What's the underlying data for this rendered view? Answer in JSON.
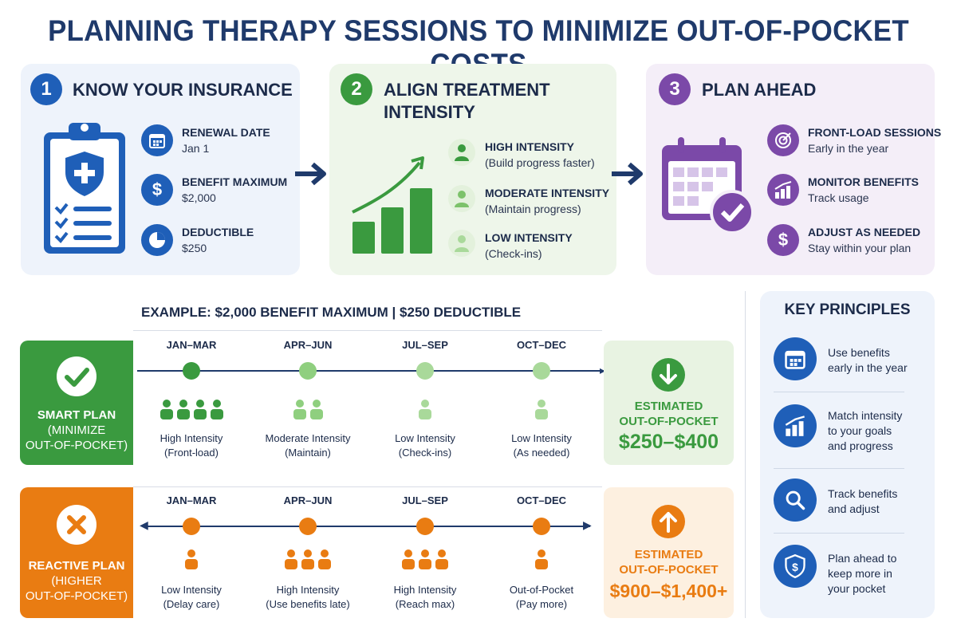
{
  "title": "PLANNING THERAPY SESSIONS TO MINIMIZE OUT-OF-POCKET COSTS",
  "colors": {
    "navy": "#1f3a6b",
    "blue": "#1f5fb8",
    "green": "#3a9a3f",
    "light_green": "#8fcf7f",
    "orange": "#e97c12",
    "purple": "#7b49a8"
  },
  "steps": [
    {
      "number": "1",
      "title": "KNOW YOUR INSURANCE",
      "icon": "clipboard-shield-icon",
      "items": [
        {
          "icon": "calendar-icon",
          "label": "RENEWAL DATE",
          "value": "Jan 1"
        },
        {
          "icon": "dollar-icon",
          "label": "BENEFIT MAXIMUM",
          "value": "$2,000"
        },
        {
          "icon": "pie-chart-icon",
          "label": "DEDUCTIBLE",
          "value": "$250"
        }
      ]
    },
    {
      "number": "2",
      "title": "ALIGN TREATMENT INTENSITY",
      "icon": "growth-chart-icon",
      "items": [
        {
          "icon": "person-icon",
          "label": "HIGH INTENSITY",
          "value": "(Build progress faster)"
        },
        {
          "icon": "person-icon",
          "label": "MODERATE INTENSITY",
          "value": "(Maintain progress)"
        },
        {
          "icon": "person-icon",
          "label": "LOW INTENSITY",
          "value": "(Check-ins)"
        }
      ]
    },
    {
      "number": "3",
      "title": "PLAN AHEAD",
      "icon": "calendar-check-icon",
      "items": [
        {
          "icon": "target-icon",
          "label": "FRONT-LOAD SESSIONS",
          "value": "Early in the year"
        },
        {
          "icon": "bar-chart-icon",
          "label": "MONITOR BENEFITS",
          "value": "Track usage"
        },
        {
          "icon": "dollar-icon",
          "label": "ADJUST AS NEEDED",
          "value": "Stay within your plan"
        }
      ]
    }
  ],
  "example": "EXAMPLE: $2,000 BENEFIT MAXIMUM | $250 DEDUCTIBLE",
  "smart_plan": {
    "name_line1": "SMART PLAN",
    "name_line2": "(MINIMIZE",
    "name_line3": "OUT-OF-POCKET)",
    "icon": "check-icon",
    "periods": [
      {
        "period": "JAN–MAR",
        "people": 4,
        "label": "High Intensity",
        "sub": "(Front-load)"
      },
      {
        "period": "APR–JUN",
        "people": 2,
        "label": "Moderate Intensity",
        "sub": "(Maintain)"
      },
      {
        "period": "JUL–SEP",
        "people": 1,
        "label": "Low Intensity",
        "sub": "(Check-ins)"
      },
      {
        "period": "OCT–DEC",
        "people": 1,
        "label": "Low Intensity",
        "sub": "(As needed)"
      }
    ],
    "est_line1": "ESTIMATED",
    "est_line2": "OUT-OF-POCKET",
    "est_value": "$250–$400",
    "est_icon": "arrow-down-icon"
  },
  "reactive_plan": {
    "name_line1": "REACTIVE PLAN",
    "name_line2": "(HIGHER",
    "name_line3": "OUT-OF-POCKET)",
    "icon": "x-icon",
    "periods": [
      {
        "period": "JAN–MAR",
        "people": 1,
        "label": "Low Intensity",
        "sub": "(Delay care)"
      },
      {
        "period": "APR–JUN",
        "people": 3,
        "label": "High Intensity",
        "sub": "(Use benefits late)"
      },
      {
        "period": "JUL–SEP",
        "people": 3,
        "label": "High Intensity",
        "sub": "(Reach max)"
      },
      {
        "period": "OCT–DEC",
        "people": 1,
        "label": "Out-of-Pocket",
        "sub": "(Pay more)"
      }
    ],
    "est_line1": "ESTIMATED",
    "est_line2": "OUT-OF-POCKET",
    "est_value": "$900–$1,400+",
    "est_icon": "arrow-up-icon"
  },
  "key_principles": {
    "title": "KEY PRINCIPLES",
    "items": [
      {
        "icon": "calendar-icon",
        "line1": "Use benefits",
        "line2": "early in the year",
        "line3": ""
      },
      {
        "icon": "bar-chart-icon",
        "line1": "Match intensity",
        "line2": "to your goals",
        "line3": "and progress"
      },
      {
        "icon": "magnifier-icon",
        "line1": "Track benefits",
        "line2": "and adjust",
        "line3": ""
      },
      {
        "icon": "shield-dollar-icon",
        "line1": "Plan ahead to",
        "line2": "keep more in",
        "line3": "your pocket"
      }
    ]
  }
}
